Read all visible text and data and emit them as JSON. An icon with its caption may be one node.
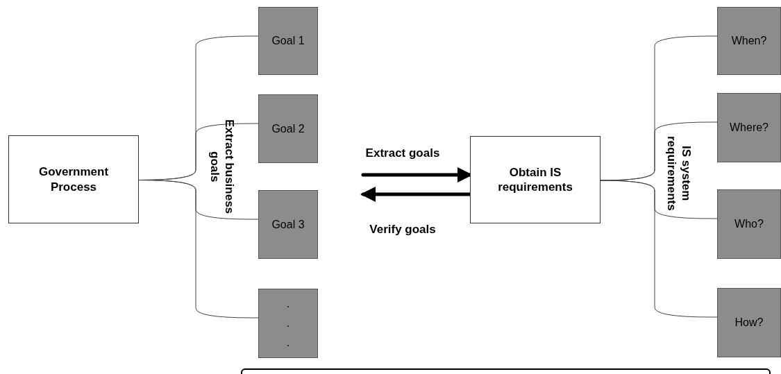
{
  "diagram": {
    "nodes": [
      {
        "text": [
          "Government Process"
        ]
      },
      {
        "text": [
          "Goal 1"
        ]
      },
      {
        "text": [
          "Goal 2"
        ]
      },
      {
        "text": [
          "Goal 3"
        ]
      },
      {
        "text": [
          ". . ."
        ]
      },
      {
        "text": [
          "Obtain IS requirements"
        ]
      },
      {
        "text": [
          "When?"
        ]
      },
      {
        "text": [
          "Where?"
        ]
      },
      {
        "text": [
          "Who?"
        ]
      },
      {
        "text": [
          "How?"
        ]
      }
    ],
    "edges": [
      {
        "from": 0,
        "to": 1,
        "arrow": "none"
      },
      {
        "from": 0,
        "to": 2,
        "arrow": "none"
      },
      {
        "from": 0,
        "to": 3,
        "arrow": "none"
      },
      {
        "from": 0,
        "to": 4,
        "arrow": "none"
      },
      {
        "from": null,
        "to": 5,
        "arrow": "to",
        "label": "Extract goals",
        "style": "thick"
      },
      {
        "from": 5,
        "to": null,
        "arrow": "to",
        "label": "Verify goals",
        "style": "thick"
      },
      {
        "from": 5,
        "to": 6,
        "arrow": "none"
      },
      {
        "from": 5,
        "to": 7,
        "arrow": "none"
      },
      {
        "from": 5,
        "to": 8,
        "arrow": "none"
      },
      {
        "from": 5,
        "to": 9,
        "arrow": "none"
      }
    ],
    "labels": [
      "Extract business goals",
      "IS system requirements"
    ]
  }
}
